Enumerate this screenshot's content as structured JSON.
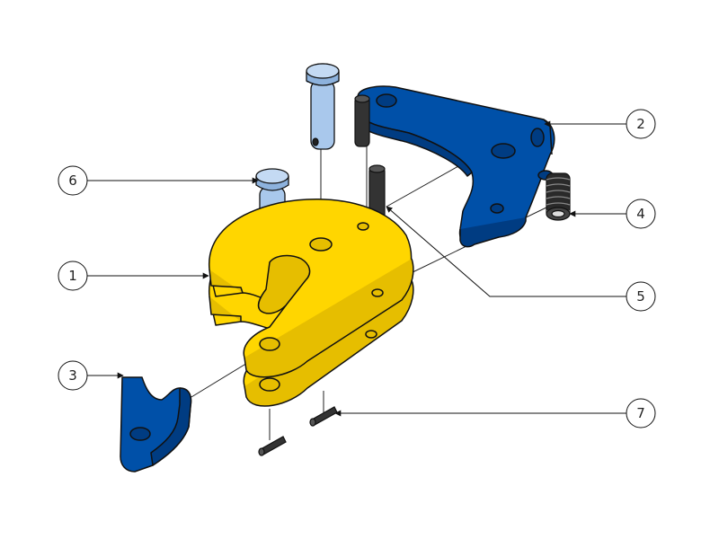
{
  "callouts": [
    {
      "id": "c1",
      "label": "1"
    },
    {
      "id": "c2",
      "label": "2"
    },
    {
      "id": "c3",
      "label": "3"
    },
    {
      "id": "c4",
      "label": "4"
    },
    {
      "id": "c5",
      "label": "5"
    },
    {
      "id": "c6",
      "label": "6"
    },
    {
      "id": "c7",
      "label": "7"
    }
  ],
  "colors": {
    "yellow": "#FFD600",
    "yellow_side": "#E6BE00",
    "blue": "#0050A8",
    "blue_side": "#003C82",
    "pin": "#A9C8EC",
    "pin_side": "#8DB2DD",
    "dark_pin": "#333333",
    "outline": "#111111"
  }
}
